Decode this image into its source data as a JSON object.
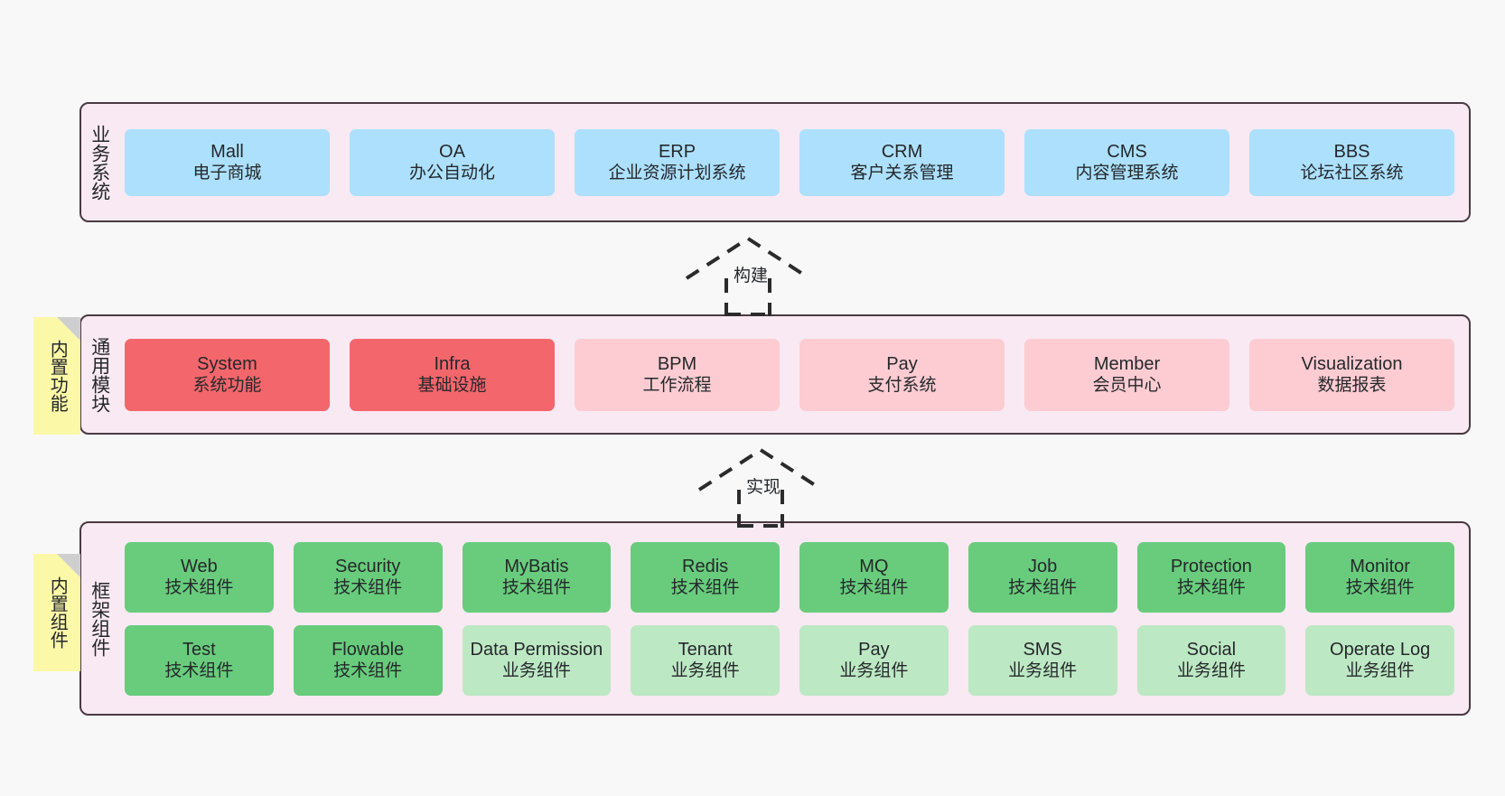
{
  "background": "#f8f8f8",
  "palette": {
    "panel_bg": "#f9e9f2",
    "panel_border": "#4a3a42",
    "blue": "#ace0fd",
    "red": "#f3666c",
    "pink_light": "#fcccd2",
    "green": "#68cc7c",
    "green_light": "#bde8c4",
    "note_yellow": "#fbf8a8",
    "text": "#25282b"
  },
  "layers": [
    {
      "id": "business",
      "title": "业务系统",
      "rows": [
        [
          {
            "en": "Mall",
            "cn": "电子商城",
            "color": "blue"
          },
          {
            "en": "OA",
            "cn": "办公自动化",
            "color": "blue"
          },
          {
            "en": "ERP",
            "cn": "企业资源计划系统",
            "color": "blue"
          },
          {
            "en": "CRM",
            "cn": "客户关系管理",
            "color": "blue"
          },
          {
            "en": "CMS",
            "cn": "内容管理系统",
            "color": "blue"
          },
          {
            "en": "BBS",
            "cn": "论坛社区系统",
            "color": "blue"
          }
        ]
      ]
    },
    {
      "id": "modules",
      "title": "通用模块",
      "note": "内置功能",
      "rows": [
        [
          {
            "en": "System",
            "cn": "系统功能",
            "color": "red"
          },
          {
            "en": "Infra",
            "cn": "基础设施",
            "color": "red"
          },
          {
            "en": "BPM",
            "cn": "工作流程",
            "color": "pink_light"
          },
          {
            "en": "Pay",
            "cn": "支付系统",
            "color": "pink_light"
          },
          {
            "en": "Member",
            "cn": "会员中心",
            "color": "pink_light"
          },
          {
            "en": "Visualization",
            "cn": "数据报表",
            "color": "pink_light"
          }
        ]
      ]
    },
    {
      "id": "framework",
      "title": "框架组件",
      "note": "内置组件",
      "rows": [
        [
          {
            "en": "Web",
            "cn": "技术组件",
            "color": "green"
          },
          {
            "en": "Security",
            "cn": "技术组件",
            "color": "green"
          },
          {
            "en": "MyBatis",
            "cn": "技术组件",
            "color": "green"
          },
          {
            "en": "Redis",
            "cn": "技术组件",
            "color": "green"
          },
          {
            "en": "MQ",
            "cn": "技术组件",
            "color": "green"
          },
          {
            "en": "Job",
            "cn": "技术组件",
            "color": "green"
          },
          {
            "en": "Protection",
            "cn": "技术组件",
            "color": "green"
          },
          {
            "en": "Monitor",
            "cn": "技术组件",
            "color": "green"
          }
        ],
        [
          {
            "en": "Test",
            "cn": "技术组件",
            "color": "green"
          },
          {
            "en": "Flowable",
            "cn": "技术组件",
            "color": "green"
          },
          {
            "en": "Data Permission",
            "cn": "业务组件",
            "color": "green_light"
          },
          {
            "en": "Tenant",
            "cn": "业务组件",
            "color": "green_light"
          },
          {
            "en": "Pay",
            "cn": "业务组件",
            "color": "green_light"
          },
          {
            "en": "SMS",
            "cn": "业务组件",
            "color": "green_light"
          },
          {
            "en": "Social",
            "cn": "业务组件",
            "color": "green_light"
          },
          {
            "en": "Operate Log",
            "cn": "业务组件",
            "color": "green_light"
          }
        ]
      ]
    }
  ],
  "connectors": [
    {
      "id": "build",
      "label": "构建"
    },
    {
      "id": "implement",
      "label": "实现"
    }
  ]
}
